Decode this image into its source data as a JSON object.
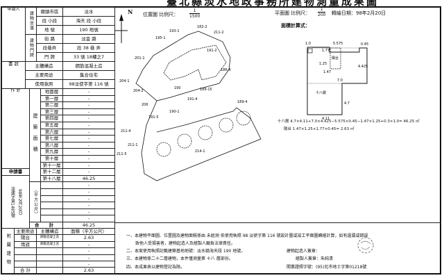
{
  "title": "臺北縣淡水地政事務所建物測量成果圖",
  "left": {
    "applicant": "申請人",
    "location_label": "建物坐落",
    "doorplate_label": "建物門牌",
    "rows": [
      {
        "label": "鄉鎮市區",
        "value": "淡水"
      },
      {
        "label": "段 小段",
        "value": "海天  段  小段"
      },
      {
        "label": "地 號",
        "value": "190  地號"
      },
      {
        "label": "街 路",
        "value": "淡金  路"
      },
      {
        "label": "段巷弄",
        "value": "段 38 巷  弄"
      },
      {
        "label": "門 牌",
        "value": "33 號 18樓之7"
      }
    ],
    "certificate": "書 狀",
    "info": [
      {
        "label": "主體構造",
        "value": "鋼筋混凝土造"
      },
      {
        "label": "主要用途",
        "value": "集合住宅"
      },
      {
        "label": "使用執照",
        "value": "98淡使字第 116 號"
      }
    ],
    "void_mark": "作 針",
    "area_label": "建築面積",
    "unit_label": "（平方公尺）",
    "floors": [
      {
        "label": "地面層",
        "value": "-"
      },
      {
        "label": "第一層",
        "value": "-"
      },
      {
        "label": "第二層",
        "value": "-"
      },
      {
        "label": "第三層",
        "value": "-"
      },
      {
        "label": "第四層",
        "value": "-"
      },
      {
        "label": "第五層",
        "value": "-"
      },
      {
        "label": "第六層",
        "value": "-"
      },
      {
        "label": "第七層",
        "value": "-"
      },
      {
        "label": "第八層",
        "value": "-"
      },
      {
        "label": "第九層",
        "value": "-"
      },
      {
        "label": "第十層",
        "value": "-"
      },
      {
        "label": "第十一層",
        "value": "-"
      },
      {
        "label": "第十二層",
        "value": "-"
      },
      {
        "label": "第十八層",
        "value": "46.25"
      }
    ],
    "blank_values": [
      "-",
      "-",
      "-",
      "-",
      "-",
      "-"
    ],
    "application_label": "申請書",
    "application_no": {
      "col1": "淡建字第1485號",
      "col2": "98年2月20日"
    },
    "total_label": "合 計",
    "total_value": "46.25",
    "annex": {
      "label": "附屬建物",
      "headers": [
        "主要用途",
        "主體構造",
        "面積（平方公尺）"
      ],
      "rows": [
        {
          "use": "陽台",
          "structure": "鋼筋混凝土造",
          "area": "2.63"
        },
        {
          "use": "雨遮",
          "structure": "鋼筋混凝土造",
          "area": "-"
        },
        {
          "use": "",
          "structure": "",
          "area": "-"
        },
        {
          "use": "",
          "structure": "",
          "area": "-"
        },
        {
          "use": "",
          "structure": "",
          "area": "-"
        }
      ],
      "total_label": "合 計",
      "total_value": "2.63"
    }
  },
  "site_plan": {
    "north": "N",
    "title": "位置圖 比例尺：",
    "scale_num": "1",
    "scale_den": "1500",
    "lots": [
      "193-1",
      "182-2",
      "211-2",
      "195-1",
      "201-1",
      "191-2",
      "186-4",
      "204-1",
      "204-2",
      "190",
      "189-15",
      "191-4",
      "206",
      "190-1",
      "191-5",
      "189-4",
      "211-4",
      "211-1",
      "211-5",
      "214-1"
    ]
  },
  "floor_plan": {
    "title": "平面圖 比例尺：",
    "scale_num": "1",
    "scale_den": "200",
    "date_label": "轉繪日期：98年2月20日",
    "calc_label": "面積計算式：",
    "dims": [
      "1.0",
      "5.575",
      "0.45",
      "1.77",
      "1.25",
      "1.47",
      "陽台",
      "4.425",
      "7.0",
      "十八層",
      "4.7",
      "4.11"
    ],
    "formula1": "十八層 4.7×4.11+7.0×4.425−5.575×0.45−1.47×1.25+0.3×1.0=  46.25  ㎡",
    "formula2": "陽台 1.47×1.25+1.77×0.45=  2.63  ㎡"
  },
  "notes": {
    "n1a": "一、本建物平面圖、位置圖及建物面積係由 未經測 依使用執照 98 淡使字第 116 號設計圖或竣工平面圖轉繪計算，如有遺漏或錯誤",
    "n1b": "致他人受損害者，建物起造人及繪製人願負法律責任。",
    "n2": "二、本案使用執照記載建築基地地號：淡水鎮海天段 190  地號。",
    "n3": "三、本建物係二十二層建物，本件僅測量第      十八  層部份。",
    "n4": "四、本成果表以建物登記為限。",
    "builder": "建物起造人簽章：",
    "drafter": "繪製人簽章：朱純清",
    "license": "開業證照字號：(95)北市地士字第01218號"
  }
}
